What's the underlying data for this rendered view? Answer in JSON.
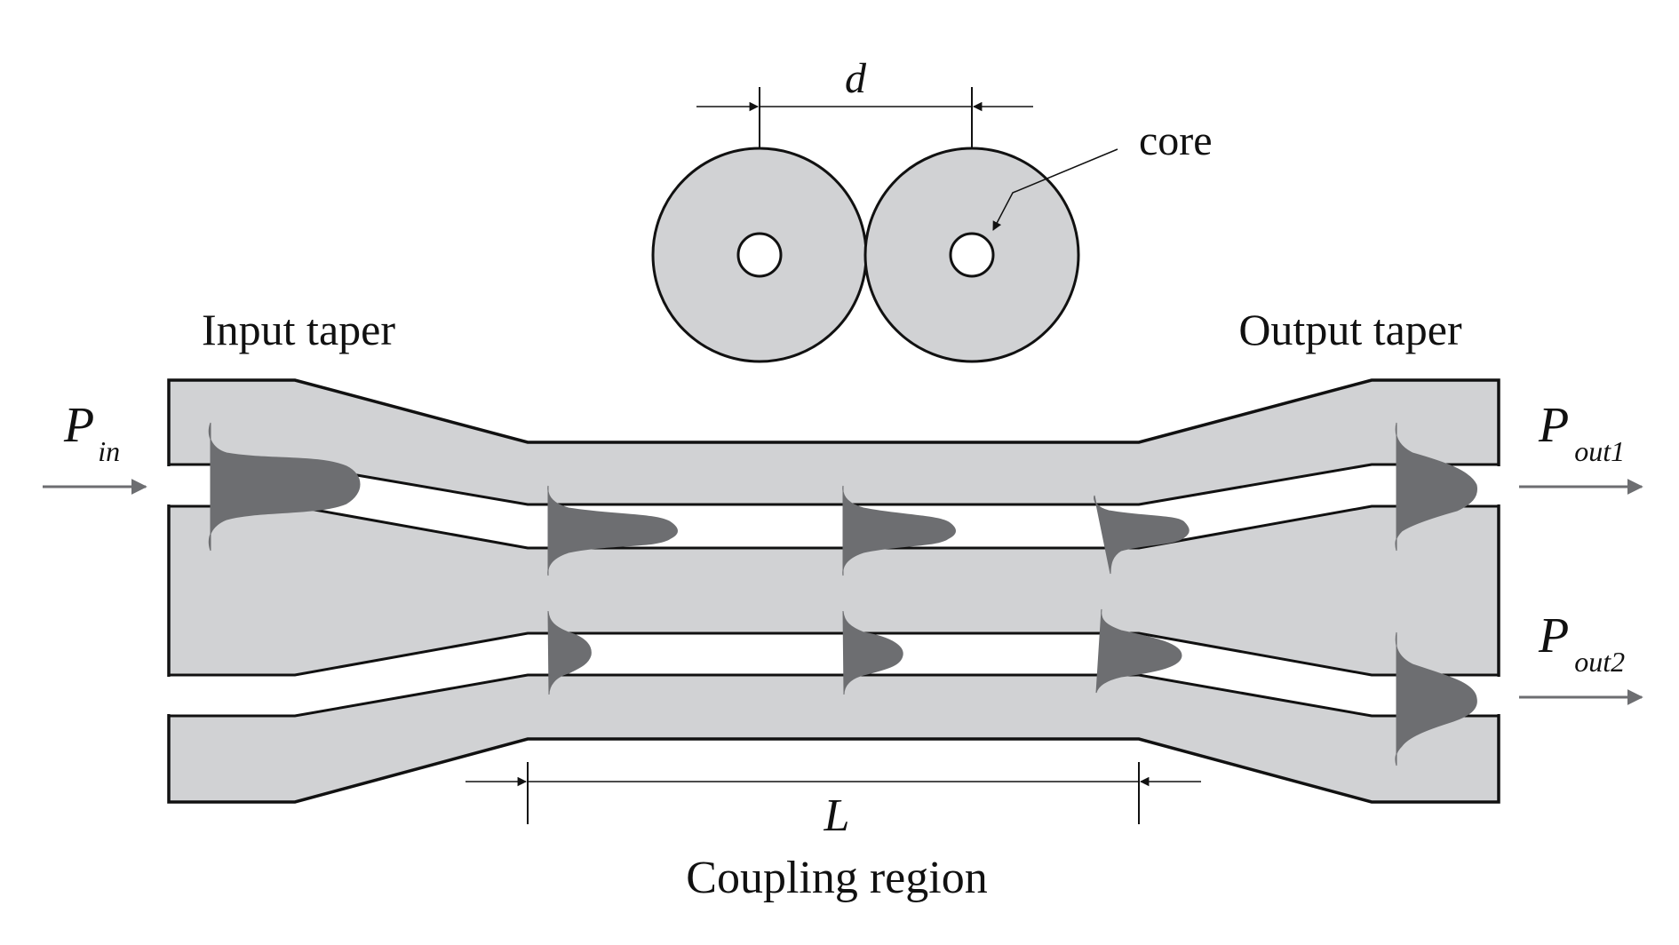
{
  "labels": {
    "d": "d",
    "core": "core",
    "input_taper": "Input taper",
    "output_taper": "Output taper",
    "p_in": {
      "main": "P",
      "sub": "in"
    },
    "p_out1": {
      "main": "P",
      "sub": "out1"
    },
    "p_out2": {
      "main": "P",
      "sub": "out2"
    },
    "length": "L",
    "coupling_region": "Coupling region"
  },
  "colors": {
    "cladding": "#d1d2d4",
    "mode_profile": "#6d6e71",
    "core": "#ffffff",
    "outline": "#111111",
    "arrow": "#6d6e71"
  },
  "modes": {
    "upper": [
      1.0,
      0.85,
      0.7,
      0.6,
      0.75
    ],
    "lower": [
      0.0,
      0.3,
      0.45,
      0.55,
      0.75
    ]
  }
}
